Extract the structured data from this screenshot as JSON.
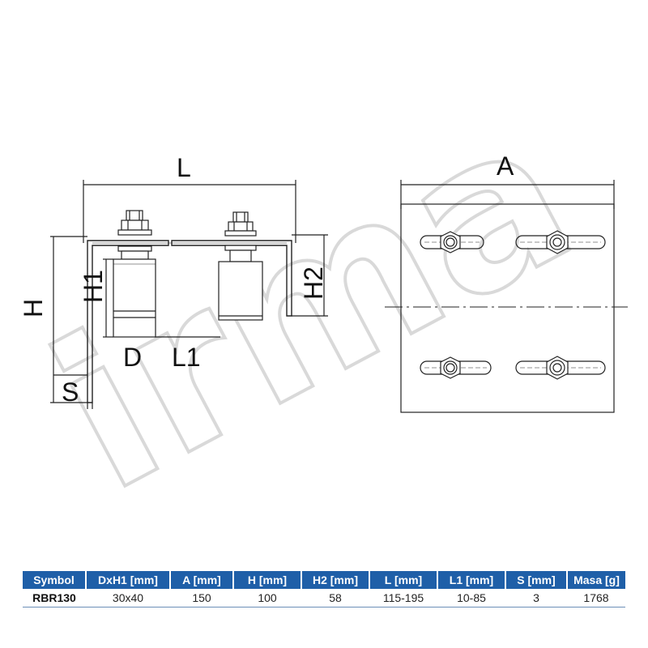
{
  "drawing": {
    "watermark_text": "irma",
    "labels": {
      "L": "L",
      "A": "A",
      "H": "H",
      "H1": "H1",
      "H2": "H2",
      "D": "D",
      "L1": "L1",
      "S": "S"
    }
  },
  "table": {
    "headers": [
      "Symbol",
      "DxH1 [mm]",
      "A [mm]",
      "H [mm]",
      "H2 [mm]",
      "L [mm]",
      "L1 [mm]",
      "S [mm]",
      "Masa [g]"
    ],
    "rows": [
      [
        "RBR130",
        "30x40",
        "150",
        "100",
        "58",
        "115-195",
        "10-85",
        "3",
        "1768"
      ]
    ]
  },
  "colors": {
    "header_bg": "#1f5fa8",
    "header_text": "#ffffff",
    "line": "#222222",
    "watermark": "#d9d9d9"
  }
}
